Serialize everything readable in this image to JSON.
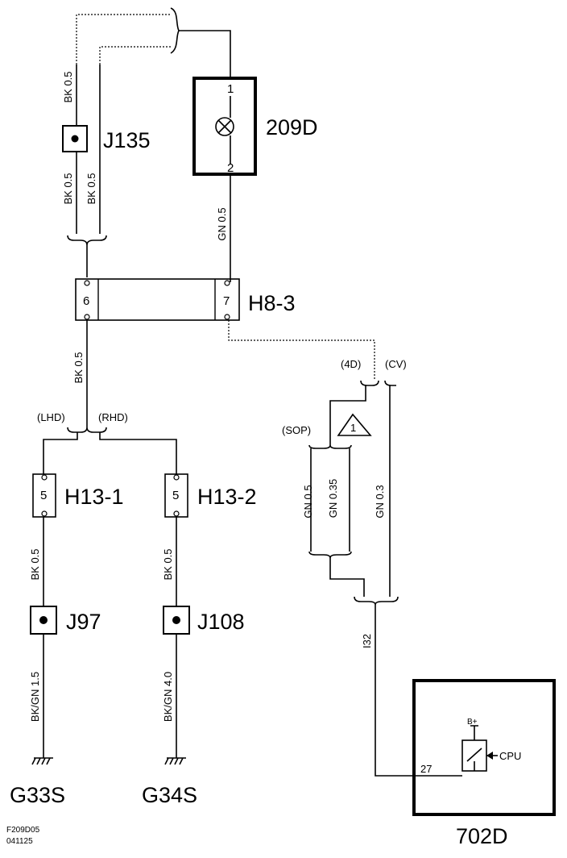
{
  "components": {
    "lamp": {
      "id": "209D",
      "pin1": "1",
      "pin2": "2"
    },
    "connector_h8_3": {
      "id": "H8-3",
      "pin_a": "6",
      "pin_b": "7"
    },
    "connector_h13_1": {
      "id": "H13-1",
      "pin": "5"
    },
    "connector_h13_2": {
      "id": "H13-2",
      "pin": "5"
    },
    "splice_j135": {
      "id": "J135"
    },
    "splice_j97": {
      "id": "J97"
    },
    "splice_j108": {
      "id": "J108"
    },
    "ground_left": {
      "id": "G33S"
    },
    "ground_right": {
      "id": "G34S"
    },
    "module": {
      "id": "702D",
      "pin": "27",
      "supply": "B+",
      "cpu": "CPU"
    }
  },
  "wires": {
    "bk_05_top": "BK  0.5",
    "bk_05_left": "BK  0.5",
    "bk_05_right": "BK  0.5",
    "gn_05_lamp": "GN  0.5",
    "bk_05_h8": "BK  0.5",
    "bk_05_j97": "BK  0.5",
    "bk_05_j108": "BK  0.5",
    "bkgn_15": "BK/GN  1.5",
    "bkgn_40": "BK/GN  4.0",
    "gn_05_sop": "GN  0.5",
    "gn_035_sop": "GN  0.35",
    "gn_03_cv": "GN  0.3",
    "circuit_132": "I32"
  },
  "variants": {
    "lhd": "(LHD)",
    "rhd": "(RHD)",
    "v4d": "(4D)",
    "cv": "(CV)",
    "sop": "(SOP)",
    "note_symbol": "1"
  },
  "footer": {
    "code": "F209D05",
    "date": "041125"
  }
}
